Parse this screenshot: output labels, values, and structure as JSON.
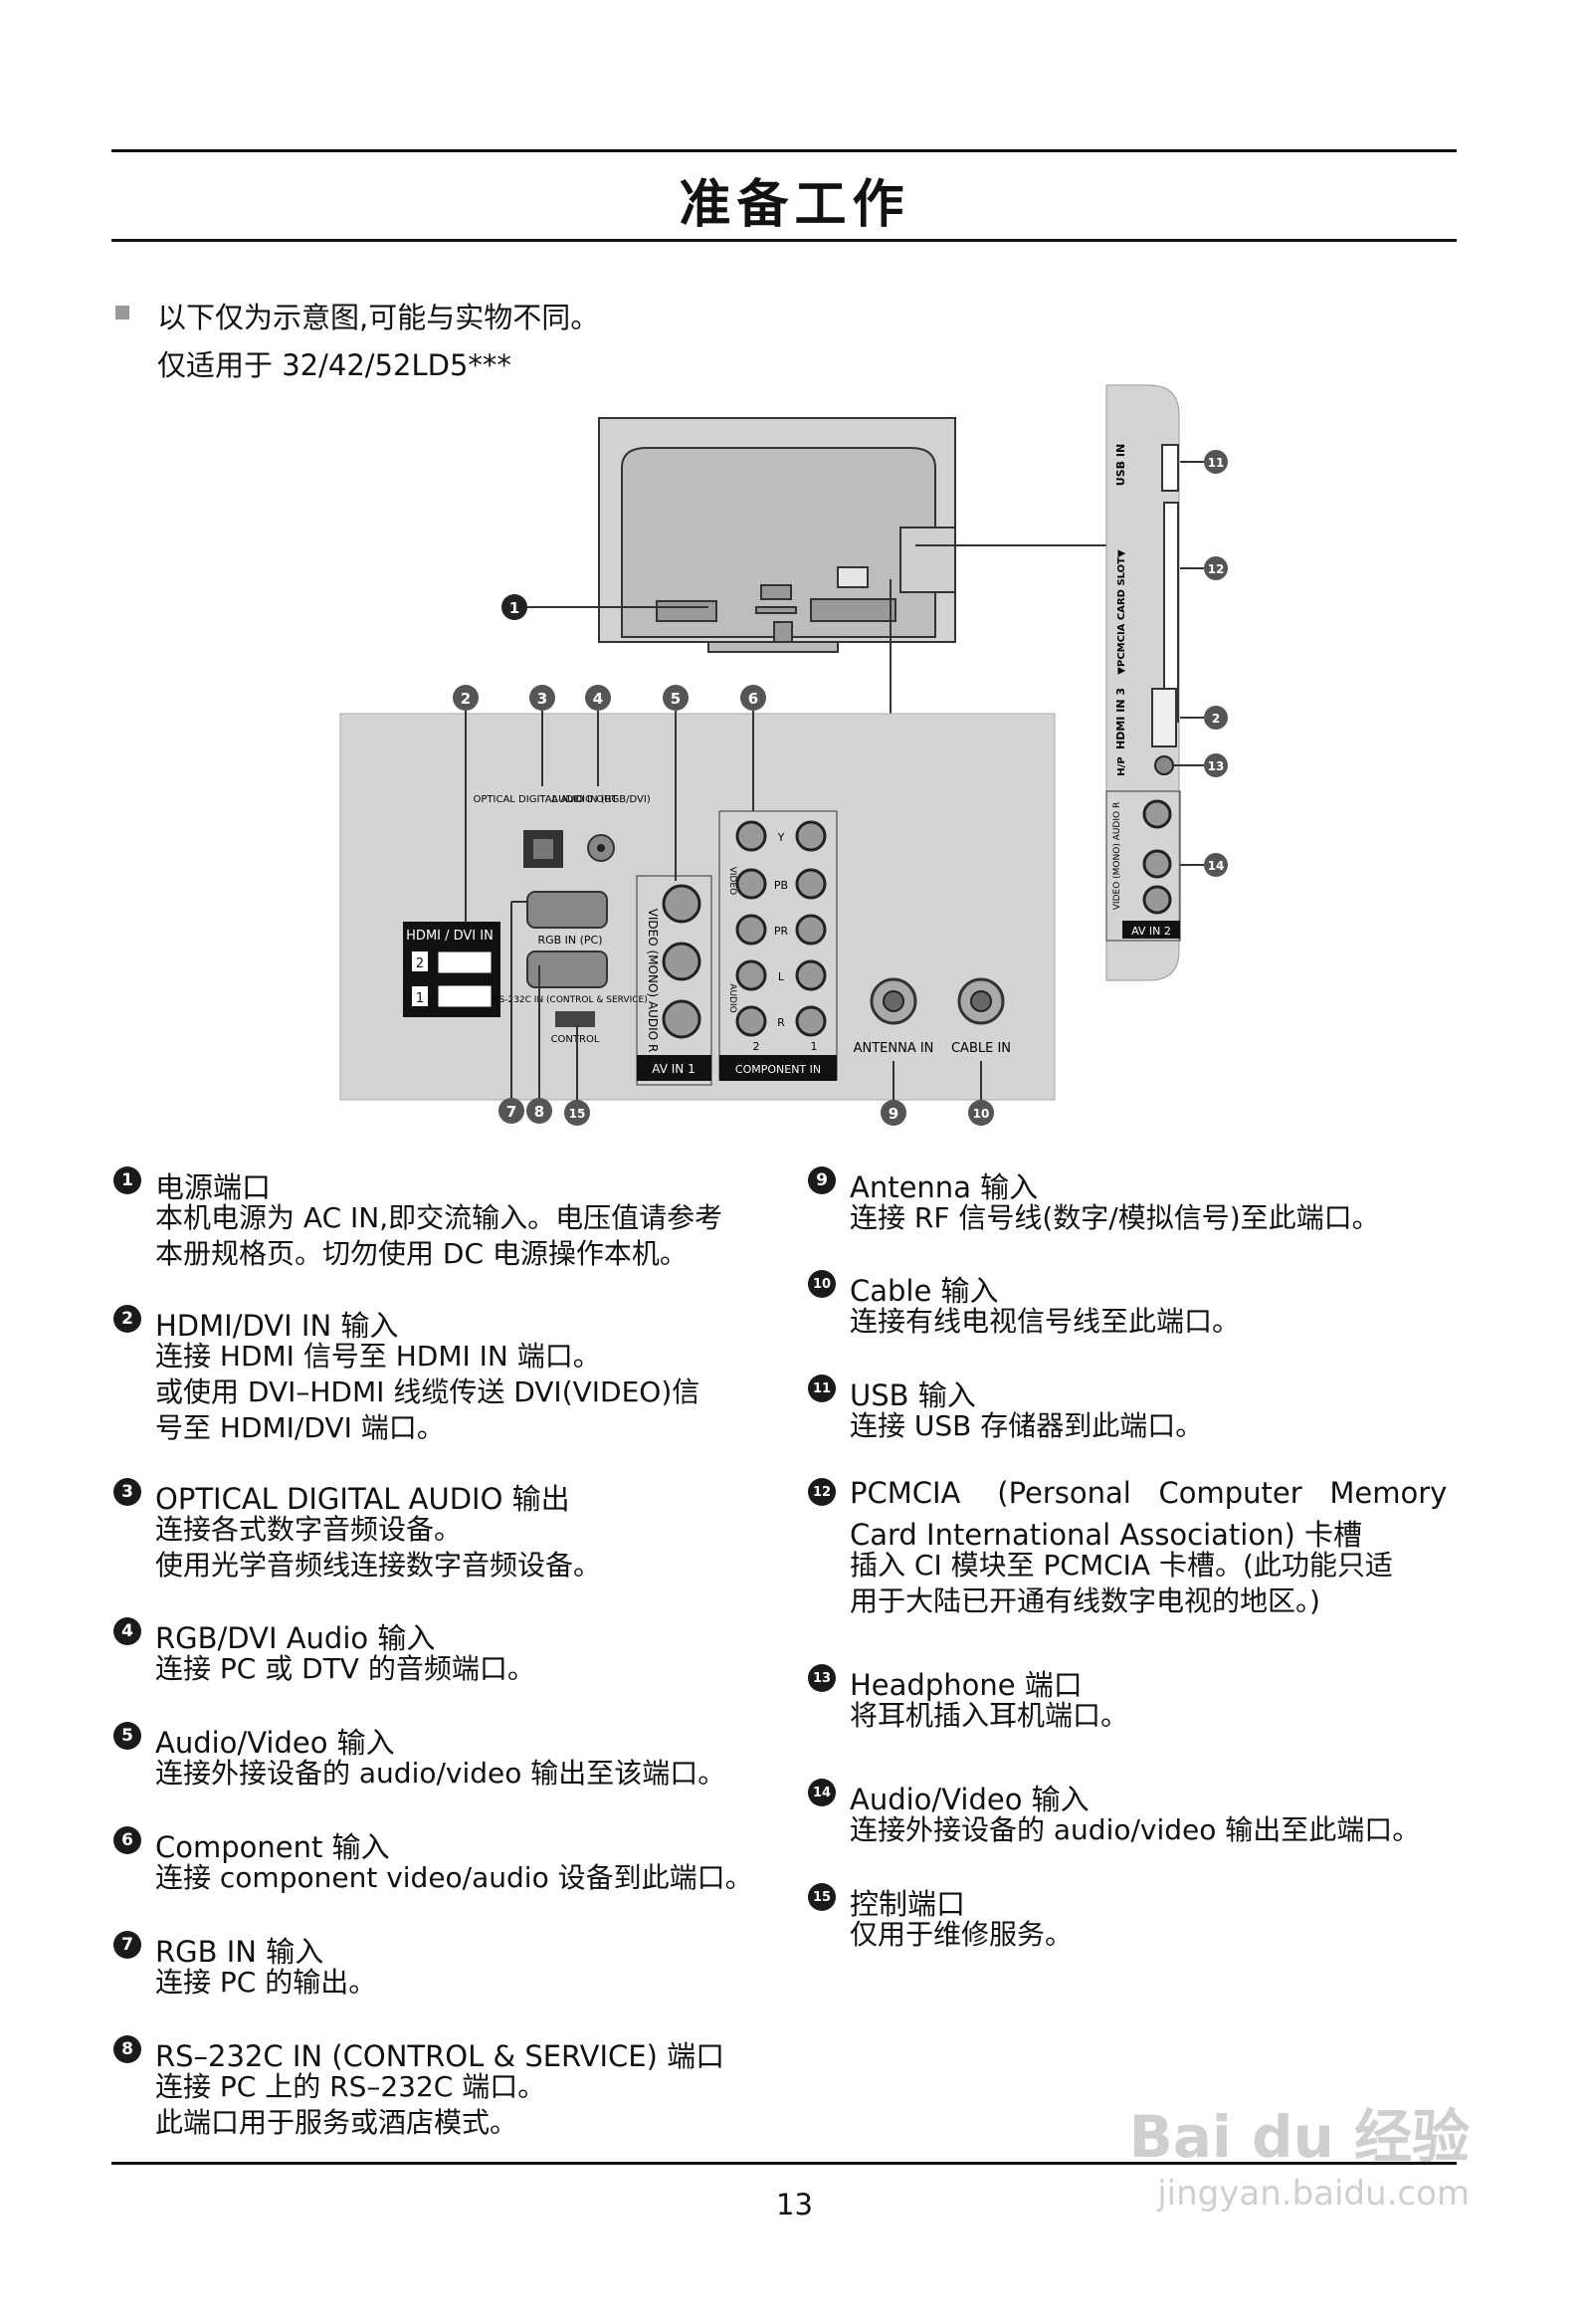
{
  "title": "准备工作",
  "notes": {
    "line1": "以下仅为示意图,可能与实物不同。",
    "line2": "仅适用于 32/42/52LD5***"
  },
  "diagram_labels": {
    "hdmi_dvi_in": "HDMI / DVI IN",
    "optical": "OPTICAL DIGITAL AUDIO OUT",
    "audio_in": "AUDIO IN (RGB/DVI)",
    "rgb_in": "RGB IN (PC)",
    "rs232c": "RS-232C IN (CONTROL & SERVICE)",
    "control": "CONTROL",
    "av_in_1": "AV IN 1",
    "video_mono_audio": "VIDEO (MONO) AUDIO R",
    "component_in": "COMPONENT IN",
    "comp_video": "VIDEO",
    "comp_audio": "AUDIO",
    "y": "Y",
    "pb": "PB",
    "pr": "PR",
    "l": "L",
    "r": "R",
    "n2": "2",
    "n1": "1",
    "antenna_in": "ANTENNA IN",
    "cable_in": "CABLE IN",
    "usb_in": "USB IN",
    "pcmcia": "▼PCMCIA CARD SLOT▼",
    "hdmi_in_3": "HDMI IN 3",
    "hp": "H/P",
    "av_in_2": "AV IN 2",
    "hdmi_port_2": "2",
    "hdmi_port_1": "1"
  },
  "callouts": [
    "1",
    "2",
    "3",
    "4",
    "5",
    "6",
    "7",
    "8",
    "9",
    "10",
    "11",
    "12",
    "13",
    "14",
    "15"
  ],
  "left_items": [
    {
      "num": "1",
      "head": "电源端口",
      "desc": "本机电源为 AC IN,即交流输入。电压值请参考\n本册规格页。切勿使用 DC 电源操作本机。"
    },
    {
      "num": "2",
      "head": "HDMI/DVI IN 输入",
      "desc": "连接 HDMI 信号至 HDMI IN 端口。\n或使用 DVI–HDMI 线缆传送 DVI(VIDEO)信\n号至 HDMI/DVI 端口。"
    },
    {
      "num": "3",
      "head": "OPTICAL DIGITAL AUDIO 输出",
      "desc": "连接各式数字音频设备。\n使用光学音频线连接数字音频设备。"
    },
    {
      "num": "4",
      "head": "RGB/DVI Audio 输入",
      "desc": "连接 PC 或 DTV 的音频端口。"
    },
    {
      "num": "5",
      "head": "Audio/Video 输入",
      "desc": "连接外接设备的 audio/video 输出至该端口。"
    },
    {
      "num": "6",
      "head": "Component 输入",
      "desc": "连接 component video/audio 设备到此端口。"
    },
    {
      "num": "7",
      "head": "RGB IN 输入",
      "desc": "连接 PC 的输出。"
    },
    {
      "num": "8",
      "head": "RS–232C IN (CONTROL & SERVICE) 端口",
      "desc": "连接 PC 上的 RS–232C 端口。\n此端口用于服务或酒店模式。"
    }
  ],
  "right_items": [
    {
      "num": "9",
      "head": "Antenna 输入",
      "desc": "连接 RF 信号线(数字/模拟信号)至此端口。"
    },
    {
      "num": "10",
      "head": "Cable 输入",
      "desc": "连接有线电视信号线至此端口。"
    },
    {
      "num": "11",
      "head": "USB 输入",
      "desc": "连接 USB 存储器到此端口。"
    },
    {
      "num": "12",
      "head": "PCMCIA    (Personal   Computer   Memory",
      "head2": "Card International Association) 卡槽",
      "desc": "插入 CI 模块至 PCMCIA 卡槽。(此功能只适\n用于大陆已开通有线数字电视的地区。)"
    },
    {
      "num": "13",
      "head": "Headphone 端口",
      "desc": "将耳机插入耳机端口。"
    },
    {
      "num": "14",
      "head": "Audio/Video 输入",
      "desc": "连接外接设备的 audio/video 输出至此端口。"
    },
    {
      "num": "15",
      "head": "控制端口",
      "desc": "仅用于维修服务。"
    }
  ],
  "page_number": "13",
  "watermark": {
    "brand": "Bai du 经验",
    "url": "jingyan.baidu.com"
  }
}
